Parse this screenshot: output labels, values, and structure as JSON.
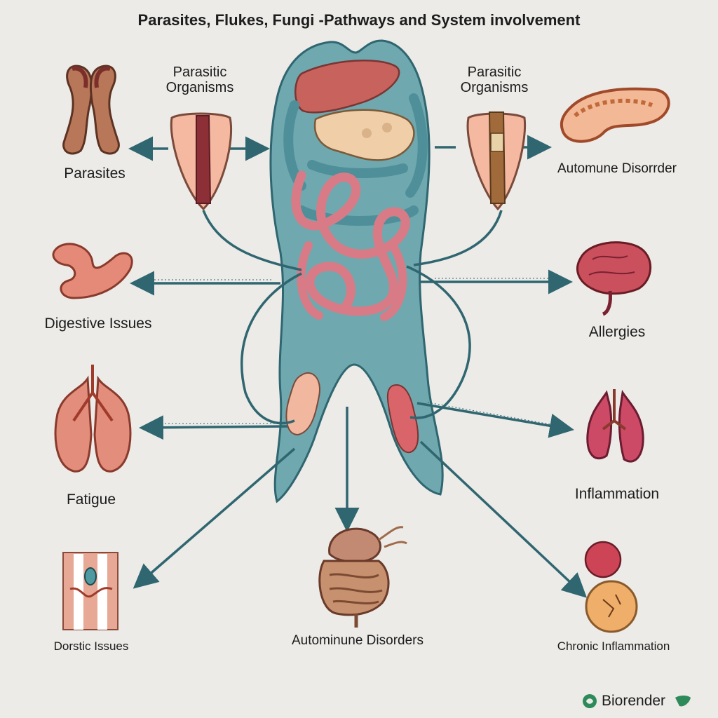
{
  "title": "Parasites, Flukes, Fungi -Pathways and System involvement",
  "labels": {
    "organisms_left": "Parasitic\nOrganisms",
    "organisms_right": "Parasitic\nOrganisms",
    "parasites": "Parasites",
    "autoimmune_top": "Automune Disorrder",
    "digestive": "Digestive Issues",
    "allergies": "Allergies",
    "fatigue": "Fatigue",
    "inflammation": "Inflammation",
    "dorstic": "Dorstic Issues",
    "autoimmune_bottom": "Autominune Disorders",
    "chronic": "Chronic Inflammation"
  },
  "brand": {
    "name": "Biorender"
  },
  "colors": {
    "background": "#ecebe8",
    "arrow": "#2f6670",
    "body": "#6fa8ae",
    "intestine": "#d97b86",
    "organ": "#c86a5a"
  }
}
